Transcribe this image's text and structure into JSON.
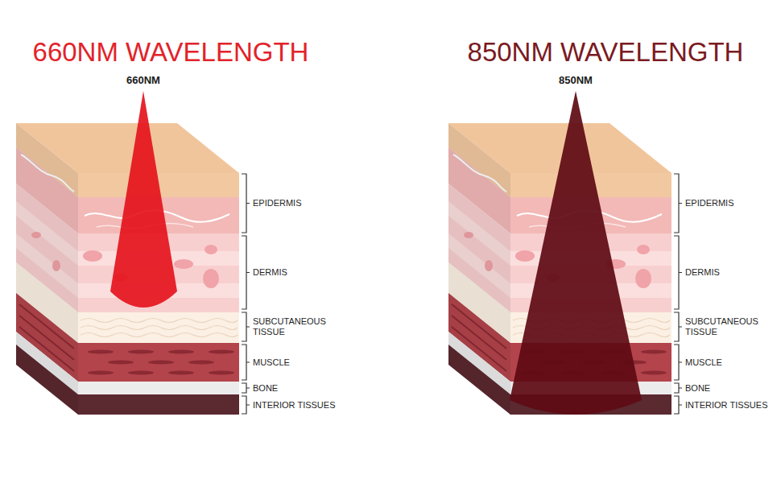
{
  "diagram": {
    "labels": [
      "660NM WAVELENGTH",
      "660NM",
      "EPIDERMIS",
      "DERMIS",
      "SUBCUTANEOUS TISSUE",
      "MUSCLE",
      "BONE",
      "INTERIOR TISSUES",
      "850NM WAVELENGTH",
      "850NM",
      "EPIDERMIS",
      "DERMIS",
      "SUBCUTANEOUS TISSUE",
      "MUSCLE",
      "BONE",
      "INTERIOR TISSUES"
    ]
  }
}
